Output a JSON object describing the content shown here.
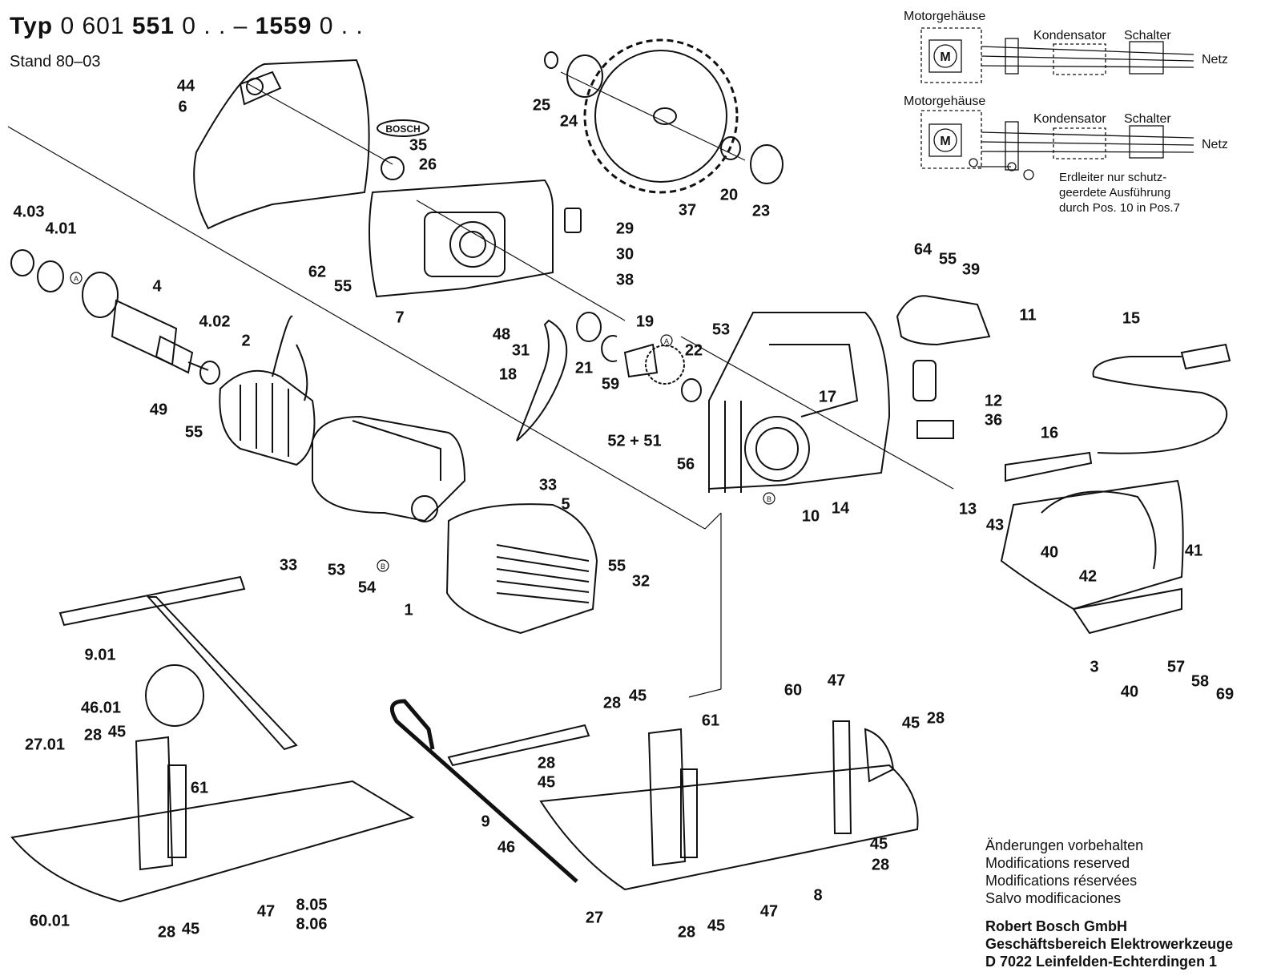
{
  "header": {
    "typ_label": "Typ",
    "typ_code_a": "0 601 ",
    "typ_code_b": "551",
    "typ_code_c": " 0 . . – ",
    "typ_code_d": "1559",
    "typ_code_e": " 0 . .",
    "stand": "Stand 80–03"
  },
  "wiring": {
    "diagram_1": {
      "housing": "Motorgehäuse",
      "capacitor": "Kondensator",
      "switch": "Schalter",
      "mains": "Netz",
      "motor": "M"
    },
    "diagram_2": {
      "housing": "Motorgehäuse",
      "capacitor": "Kondensator",
      "switch": "Schalter",
      "mains": "Netz",
      "motor": "M"
    },
    "earth_note": [
      "Erdleiter nur schutz-",
      "geerdete Ausführung",
      "durch Pos. 10 in Pos.7"
    ]
  },
  "brand_badge": "BOSCH",
  "callouts": {
    "A": "A",
    "B": "B"
  },
  "parts": [
    {
      "id": "44",
      "label": "44"
    },
    {
      "id": "6",
      "label": "6"
    },
    {
      "id": "35",
      "label": "35"
    },
    {
      "id": "26",
      "label": "26"
    },
    {
      "id": "25",
      "label": "25"
    },
    {
      "id": "24",
      "label": "24"
    },
    {
      "id": "37",
      "label": "37"
    },
    {
      "id": "20",
      "label": "20"
    },
    {
      "id": "23",
      "label": "23"
    },
    {
      "id": "4.03",
      "label": "4.03"
    },
    {
      "id": "4.01",
      "label": "4.01"
    },
    {
      "id": "4",
      "label": "4"
    },
    {
      "id": "4.02",
      "label": "4.02"
    },
    {
      "id": "2",
      "label": "2"
    },
    {
      "id": "49",
      "label": "49"
    },
    {
      "id": "55a",
      "label": "55"
    },
    {
      "id": "62",
      "label": "62"
    },
    {
      "id": "55b",
      "label": "55"
    },
    {
      "id": "7",
      "label": "7"
    },
    {
      "id": "29",
      "label": "29"
    },
    {
      "id": "30",
      "label": "30"
    },
    {
      "id": "38",
      "label": "38"
    },
    {
      "id": "48",
      "label": "48"
    },
    {
      "id": "31",
      "label": "31"
    },
    {
      "id": "18",
      "label": "18"
    },
    {
      "id": "21",
      "label": "21"
    },
    {
      "id": "59",
      "label": "59"
    },
    {
      "id": "19",
      "label": "19"
    },
    {
      "id": "22",
      "label": "22"
    },
    {
      "id": "53a",
      "label": "53"
    },
    {
      "id": "17",
      "label": "17"
    },
    {
      "id": "64",
      "label": "64"
    },
    {
      "id": "55c",
      "label": "55"
    },
    {
      "id": "39",
      "label": "39"
    },
    {
      "id": "11",
      "label": "11"
    },
    {
      "id": "15",
      "label": "15"
    },
    {
      "id": "12",
      "label": "12"
    },
    {
      "id": "36",
      "label": "36"
    },
    {
      "id": "52+51",
      "label": "52 + 51"
    },
    {
      "id": "56",
      "label": "56"
    },
    {
      "id": "10",
      "label": "10"
    },
    {
      "id": "14",
      "label": "14"
    },
    {
      "id": "16",
      "label": "16"
    },
    {
      "id": "13",
      "label": "13"
    },
    {
      "id": "43",
      "label": "43"
    },
    {
      "id": "33a",
      "label": "33"
    },
    {
      "id": "5",
      "label": "5"
    },
    {
      "id": "33b",
      "label": "33"
    },
    {
      "id": "53b",
      "label": "53"
    },
    {
      "id": "54",
      "label": "54"
    },
    {
      "id": "1",
      "label": "1"
    },
    {
      "id": "55d",
      "label": "55"
    },
    {
      "id": "32",
      "label": "32"
    },
    {
      "id": "40a",
      "label": "40"
    },
    {
      "id": "42",
      "label": "42"
    },
    {
      "id": "41",
      "label": "41"
    },
    {
      "id": "3",
      "label": "3"
    },
    {
      "id": "40b",
      "label": "40"
    },
    {
      "id": "57",
      "label": "57"
    },
    {
      "id": "58",
      "label": "58"
    },
    {
      "id": "69",
      "label": "69"
    },
    {
      "id": "9.01",
      "label": "9.01"
    },
    {
      "id": "46.01",
      "label": "46.01"
    },
    {
      "id": "27.01",
      "label": "27.01"
    },
    {
      "id": "28a",
      "label": "28"
    },
    {
      "id": "45a",
      "label": "45"
    },
    {
      "id": "61a",
      "label": "61"
    },
    {
      "id": "47a",
      "label": "47"
    },
    {
      "id": "8.05",
      "label": "8.05"
    },
    {
      "id": "8.06",
      "label": "8.06"
    },
    {
      "id": "60.01",
      "label": "60.01"
    },
    {
      "id": "28b",
      "label": "28"
    },
    {
      "id": "45b",
      "label": "45"
    },
    {
      "id": "28c",
      "label": "28"
    },
    {
      "id": "45c",
      "label": "45"
    },
    {
      "id": "28d",
      "label": "28"
    },
    {
      "id": "45d",
      "label": "45"
    },
    {
      "id": "61b",
      "label": "61"
    },
    {
      "id": "60",
      "label": "60"
    },
    {
      "id": "47b",
      "label": "47"
    },
    {
      "id": "45e",
      "label": "45"
    },
    {
      "id": "28e",
      "label": "28"
    },
    {
      "id": "9",
      "label": "9"
    },
    {
      "id": "46",
      "label": "46"
    },
    {
      "id": "45f",
      "label": "45"
    },
    {
      "id": "28f",
      "label": "28"
    },
    {
      "id": "8",
      "label": "8"
    },
    {
      "id": "27",
      "label": "27"
    },
    {
      "id": "28g",
      "label": "28"
    },
    {
      "id": "45g",
      "label": "45"
    },
    {
      "id": "47c",
      "label": "47"
    }
  ],
  "modifications": [
    "Änderungen vorbehalten",
    "Modifications reserved",
    "Modifications réservées",
    "Salvo modificaciones"
  ],
  "company": [
    "Robert Bosch GmbH",
    "Geschäftsbereich Elektrowerkzeuge",
    "D 7022 Leinfelden-Echterdingen 1"
  ]
}
